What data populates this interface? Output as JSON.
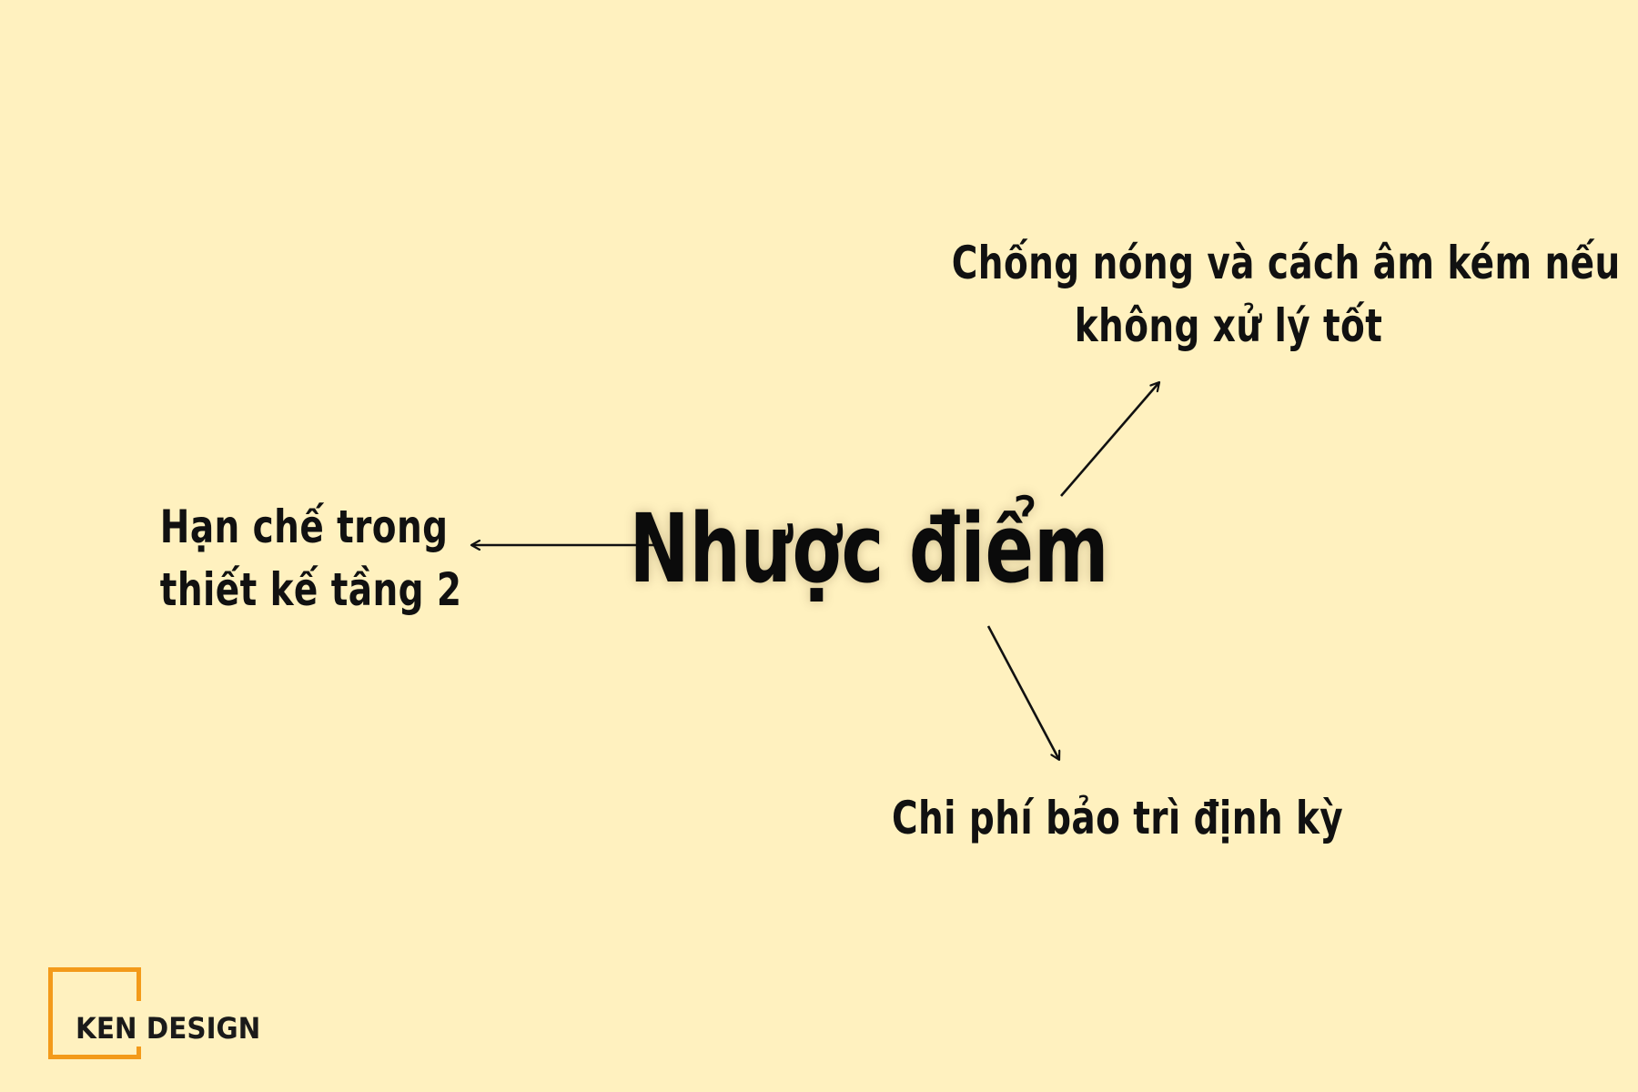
{
  "background_color": "#fff1bf",
  "text_color": "#111111",
  "arrow_color": "#111111",
  "logo_accent_color": "#f39a1a",
  "center": {
    "title": "Nhược điểm"
  },
  "branches": {
    "top": {
      "line1": "Chống nóng và cách âm kém nếu",
      "line2": "không xử lý tốt"
    },
    "left": {
      "line1": "Hạn chế trong",
      "line2": "thiết kế tầng 2"
    },
    "bottom": {
      "line1": "Chi phí bảo trì định kỳ"
    }
  },
  "logo": {
    "text": "KEN DESIGN"
  }
}
